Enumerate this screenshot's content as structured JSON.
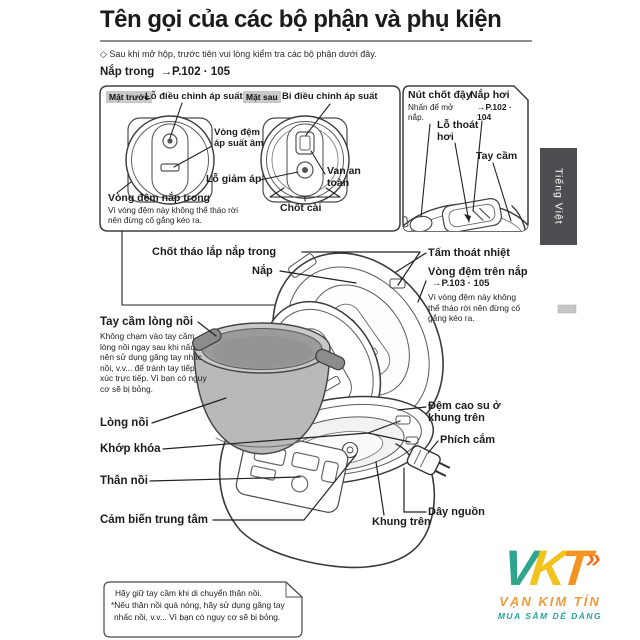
{
  "header": {
    "title": "Tên gọi của các bộ phận và phụ kiện",
    "intro": "◇ Sau khi mở hộp, trước tiên vui lòng kiểm tra các bộ phận dưới đây.",
    "section_heading": "Nắp trong",
    "section_ref": "→P.102 · 105",
    "side_tab": "Tiếng Việt"
  },
  "inner_lid_box": {
    "front_view_tag": "Mặt trước",
    "rear_view_tag": "Mặt sau",
    "pressure_adjust_hole": "Lỗ điều chỉnh áp suất",
    "vacuum_gasket": "Vòng đệm áp suất âm",
    "pressure_release_hole": "Lỗ giảm áp",
    "inner_lid_gasket": "Vòng đệm nắp trong",
    "inner_lid_gasket_note": "Vì vòng đệm này không thể tháo rời nên đừng cố gắng kéo ra.",
    "pressure_adjust_ball": "Bi điều chỉnh áp suất",
    "safety_valve": "Van an toàn",
    "latch": "Chốt cài"
  },
  "top_view_box": {
    "lid_open_button": "Nút chốt đậy",
    "lid_open_button_note": "Nhấn để mở nắp.",
    "steam_cap": "Nắp hơi",
    "steam_cap_ref": "→P.102 · 104",
    "steam_vent": "Lỗ thoát hơi",
    "handle": "Tay cầm"
  },
  "main_diagram": {
    "inner_lid_release_latch": "Chốt tháo lắp nắp trong",
    "lid": "Nắp",
    "heat_release_plate": "Tấm thoát nhiệt",
    "lid_top_gasket": "Vòng đệm trên nắp",
    "lid_top_gasket_ref": "→P.103 · 105",
    "lid_top_gasket_note": "Vì vòng đệm này không thể tháo rời nên đừng cố gắng kéo ra.",
    "inner_pot_handle": "Tay cầm lòng nồi",
    "inner_pot_handle_note": "Không chạm vào tay cầm lòng nồi ngay sau khi nấu, nên sử dụng găng tay nhấc nồi, v.v... để tránh tay tiếp xúc trực tiếp. Vì bạn có nguy cơ sẽ bị bỏng.",
    "inner_pot": "Lòng nồi",
    "lock_joint": "Khớp khóa",
    "body": "Thân nồi",
    "center_sensor": "Cảm biến trung tâm",
    "upper_frame_rubber_cushion": "Đệm cao su ở khung trên",
    "plug": "Phích cắm",
    "power_cord": "Dây nguồn",
    "upper_frame": "Khung trên"
  },
  "note_box": {
    "line1": "Hãy giữ tay cầm khi di chuyển thân nồi.",
    "line2": "*Nếu thân nồi quá nóng, hãy sử dụng găng tay",
    "line3": "nhấc nồi, v.v... Vì bạn có nguy cơ sẽ bị bỏng."
  },
  "watermark": {
    "letters": [
      "V",
      "K",
      "T"
    ],
    "chevrons": "»",
    "name": "VẠN KIM TÍN",
    "slogan": "MUA SẮM DỄ DÀNG",
    "colors": {
      "teal": "#2FA58D",
      "yellow": "#F2C21D",
      "orange": "#F39422",
      "name_orange": "#F09A3C",
      "slogan_teal": "#27A5A0"
    }
  }
}
